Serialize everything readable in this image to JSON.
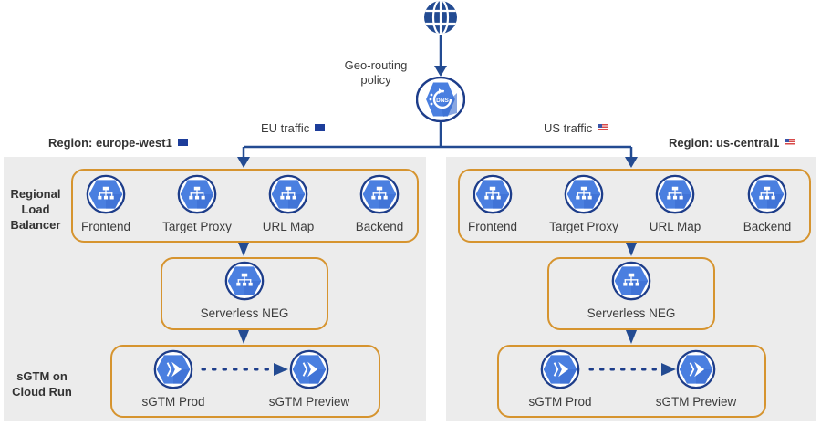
{
  "top": {
    "internet_icon": "globe-icon",
    "dns_icon": "cloud-dns-icon",
    "dns_label": "DNS",
    "policy_label_line1": "Geo-routing",
    "policy_label_line2": "policy"
  },
  "routes": {
    "eu_label": "EU traffic",
    "us_label": "US traffic"
  },
  "side_labels": {
    "load_balancer": [
      "Regional",
      "Load",
      "Balancer"
    ],
    "cloud_run": [
      "sGTM on",
      "Cloud Run"
    ]
  },
  "regions": [
    {
      "name": "Region: europe-west1",
      "flag": "eu-flag",
      "load_balancer_nodes": [
        "Frontend",
        "Target Proxy",
        "URL Map",
        "Backend"
      ],
      "neg_label": "Serverless NEG",
      "cloud_run_nodes": [
        "sGTM Prod",
        "sGTM Preview"
      ]
    },
    {
      "name": "Region: us-central1",
      "flag": "us-flag",
      "load_balancer_nodes": [
        "Frontend",
        "Target Proxy",
        "URL Map",
        "Backend"
      ],
      "neg_label": "Serverless NEG",
      "cloud_run_nodes": [
        "sGTM Prod",
        "sGTM Preview"
      ]
    }
  ],
  "colors": {
    "line": "#234b92",
    "icon_fill": "#4a7fe0",
    "icon_ring": "#1d3d8a",
    "group_border": "#d6942f",
    "panel_bg": "#ececec"
  }
}
